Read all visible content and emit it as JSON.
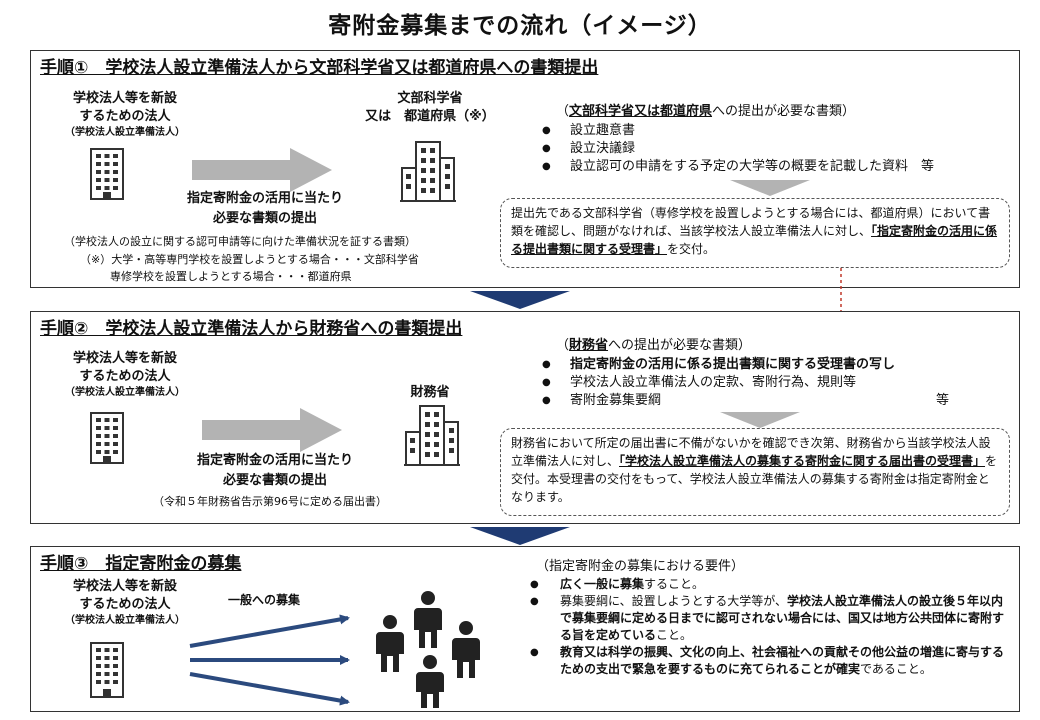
{
  "title": "寄附金募集までの流れ（イメージ）",
  "step1": {
    "heading": "手順①　学校法人設立準備法人から文部科学省又は都道府県への書類提出",
    "org_line1": "学校法人等を新設",
    "org_line2": "するための法人",
    "org_sub": "（学校法人設立準備法人）",
    "dest_line1": "文部科学省",
    "dest_line2": "又は　都道府県（※）",
    "arrow_line1": "指定寄附金の活用に当たり",
    "arrow_line2": "必要な書類の提出",
    "note1": "（学校法人の設立に関する認可申請等に向けた準備状況を証する書類）",
    "note2": "（※）大学・高等専門学校を設置しようとする場合・・・文部科学省",
    "note3": "専修学校を設置しようとする場合・・・都道府県",
    "req_open": "（",
    "req_bold": "文部科学省又は都道府県",
    "req_rest": "への提出が必要な書類）",
    "req_items": [
      "設立趣意書",
      "設立決議録",
      "設立認可の申請をする予定の大学等の概要を記載した資料　等"
    ],
    "box_text1": "提出先である文部科学省（専修学校を設置しようとする場合には、都道府県）において書類を確認し、問題がなければ、当該学校法人設立準備法人に対し、",
    "box_bold": "「指定寄附金の活用に係る提出書類に関する受理書」",
    "box_text2": "を交付。"
  },
  "step2": {
    "heading": "手順②　学校法人設立準備法人から財務省への書類提出",
    "org_line1": "学校法人等を新設",
    "org_line2": "するための法人",
    "org_sub": "（学校法人設立準備法人）",
    "dest": "財務省",
    "arrow_line1": "指定寄附金の活用に当たり",
    "arrow_line2": "必要な書類の提出",
    "note": "（令和５年財務省告示第96号に定める届出書）",
    "req_open": "（",
    "req_bold": "財務省",
    "req_rest": "への提出が必要な書類）",
    "req_item1": "指定寄附金の活用に係る提出書類に関する受理書の写し",
    "req_item2": "学校法人設立準備法人の定款、寄附行為、規則等",
    "req_item3": "寄附金募集要綱",
    "req_item3_tail": "等",
    "box_text1": "財務省において所定の届出書に不備がないかを確認でき次第、財務省から当該学校法人設立準備法人に対し、",
    "box_bold": "「学校法人設立準備法人の募集する寄附金に関する届出書の受理書」",
    "box_text2": "を交付。本受理書の交付をもって、学校法人設立準備法人の募集する寄附金は指定寄附金となります。"
  },
  "step3": {
    "heading": "手順③　指定寄附金の募集",
    "org_line1": "学校法人等を新設",
    "org_line2": "するための法人",
    "org_sub": "（学校法人設立準備法人）",
    "arrow_label": "一般への募集",
    "req_heading": "（指定寄附金の募集における要件）",
    "r1_bold": "広く一般に募集",
    "r1_rest": "すること。",
    "r2_a": "募集要綱に、設置しようとする大学等が、",
    "r2_b": "学校法人設立準備法人の設立後５年以内で募集要綱に定める日までに認可されない場合には、国又は地方公共団体に寄附する旨を定めている",
    "r2_c": "こと。",
    "r3_bold": "教育又は科学の振興、文化の向上、社会福祉への貢献その他公益の増進に寄与するための支出で緊急を要するものに充てられることが確実",
    "r3_rest": "であること。"
  },
  "colors": {
    "flow_arrow": "#1f3b73",
    "gray_arrow": "#b3b3b3",
    "dashed_red": "#c0392b",
    "blue_arrow": "#2b4a7e"
  }
}
